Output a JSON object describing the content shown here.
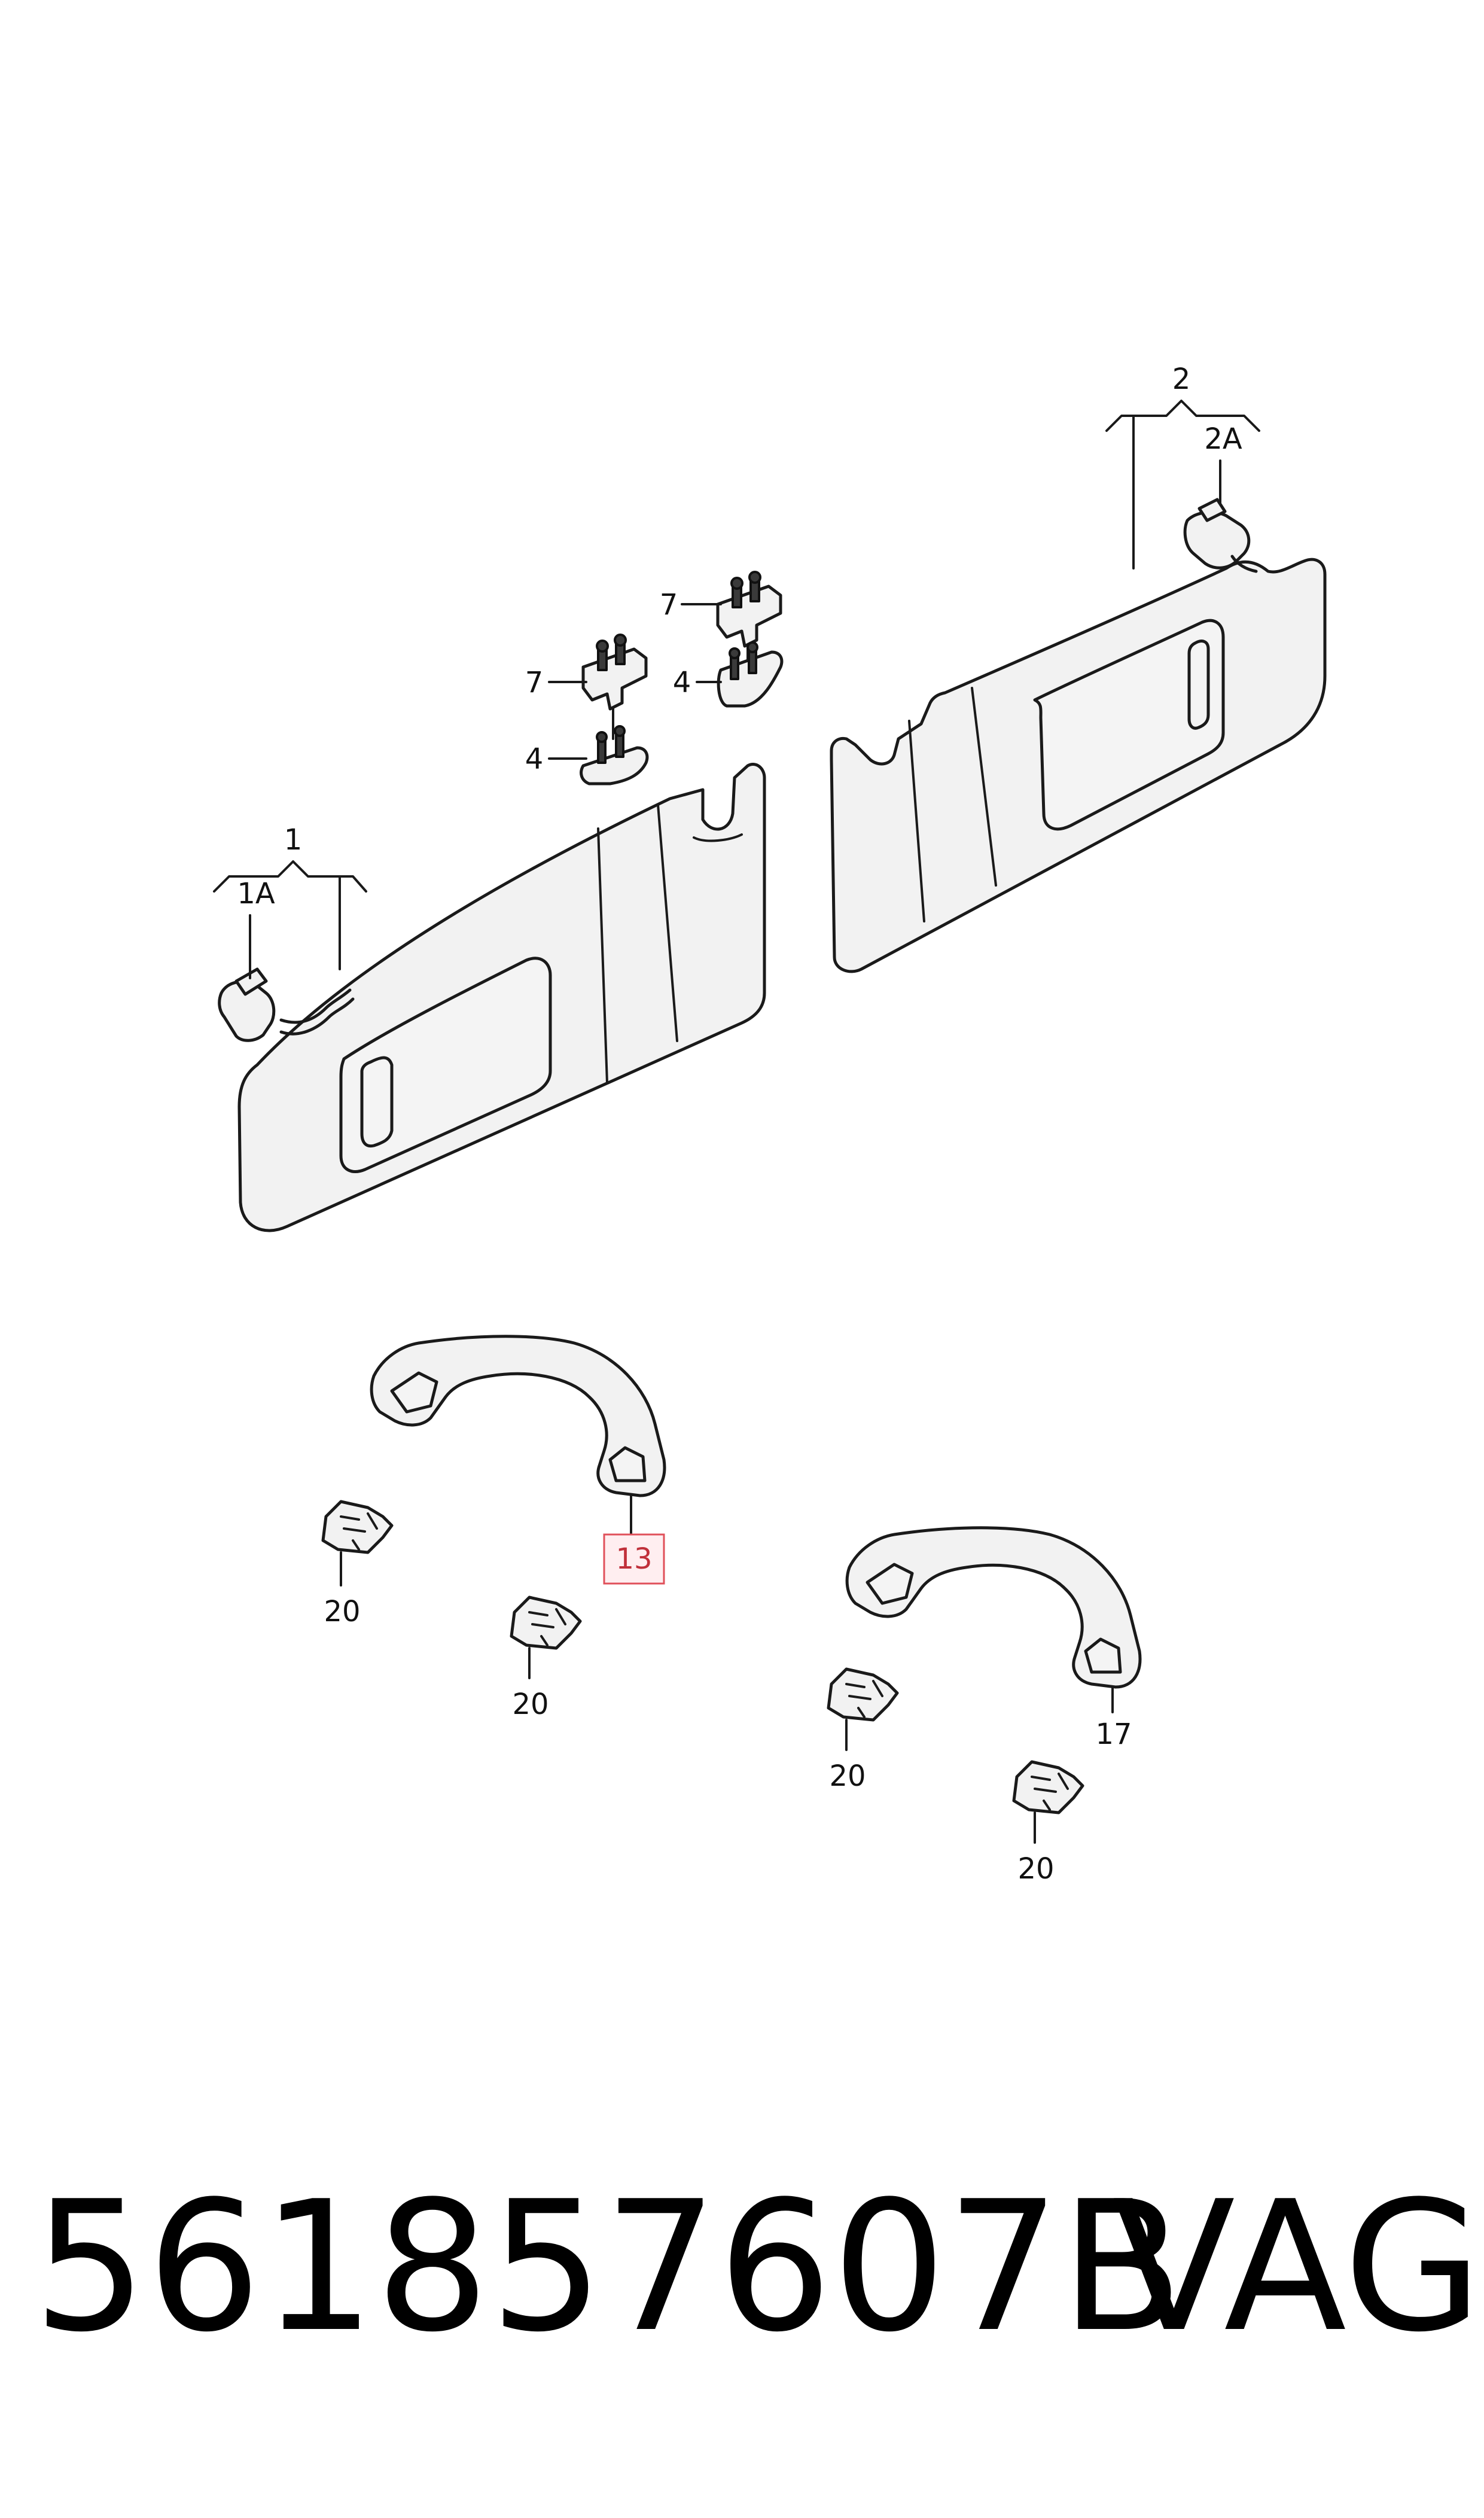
{
  "callouts": {
    "part_1": "1",
    "part_1a": "1A",
    "part_2": "2",
    "part_2a": "2A",
    "part_7_left": "7",
    "part_7_right": "7",
    "part_4_left": "4",
    "part_4_right": "4",
    "part_13": "13",
    "part_17": "17",
    "part_20_a": "20",
    "part_20_b": "20",
    "part_20_c": "20",
    "part_20_d": "20"
  },
  "footer": {
    "part_number": "561857607B",
    "brand": "VAG"
  },
  "colors": {
    "highlight_border": "#e0505a",
    "highlight_fill": "#ffeef0",
    "line": "#1a1a1a"
  }
}
